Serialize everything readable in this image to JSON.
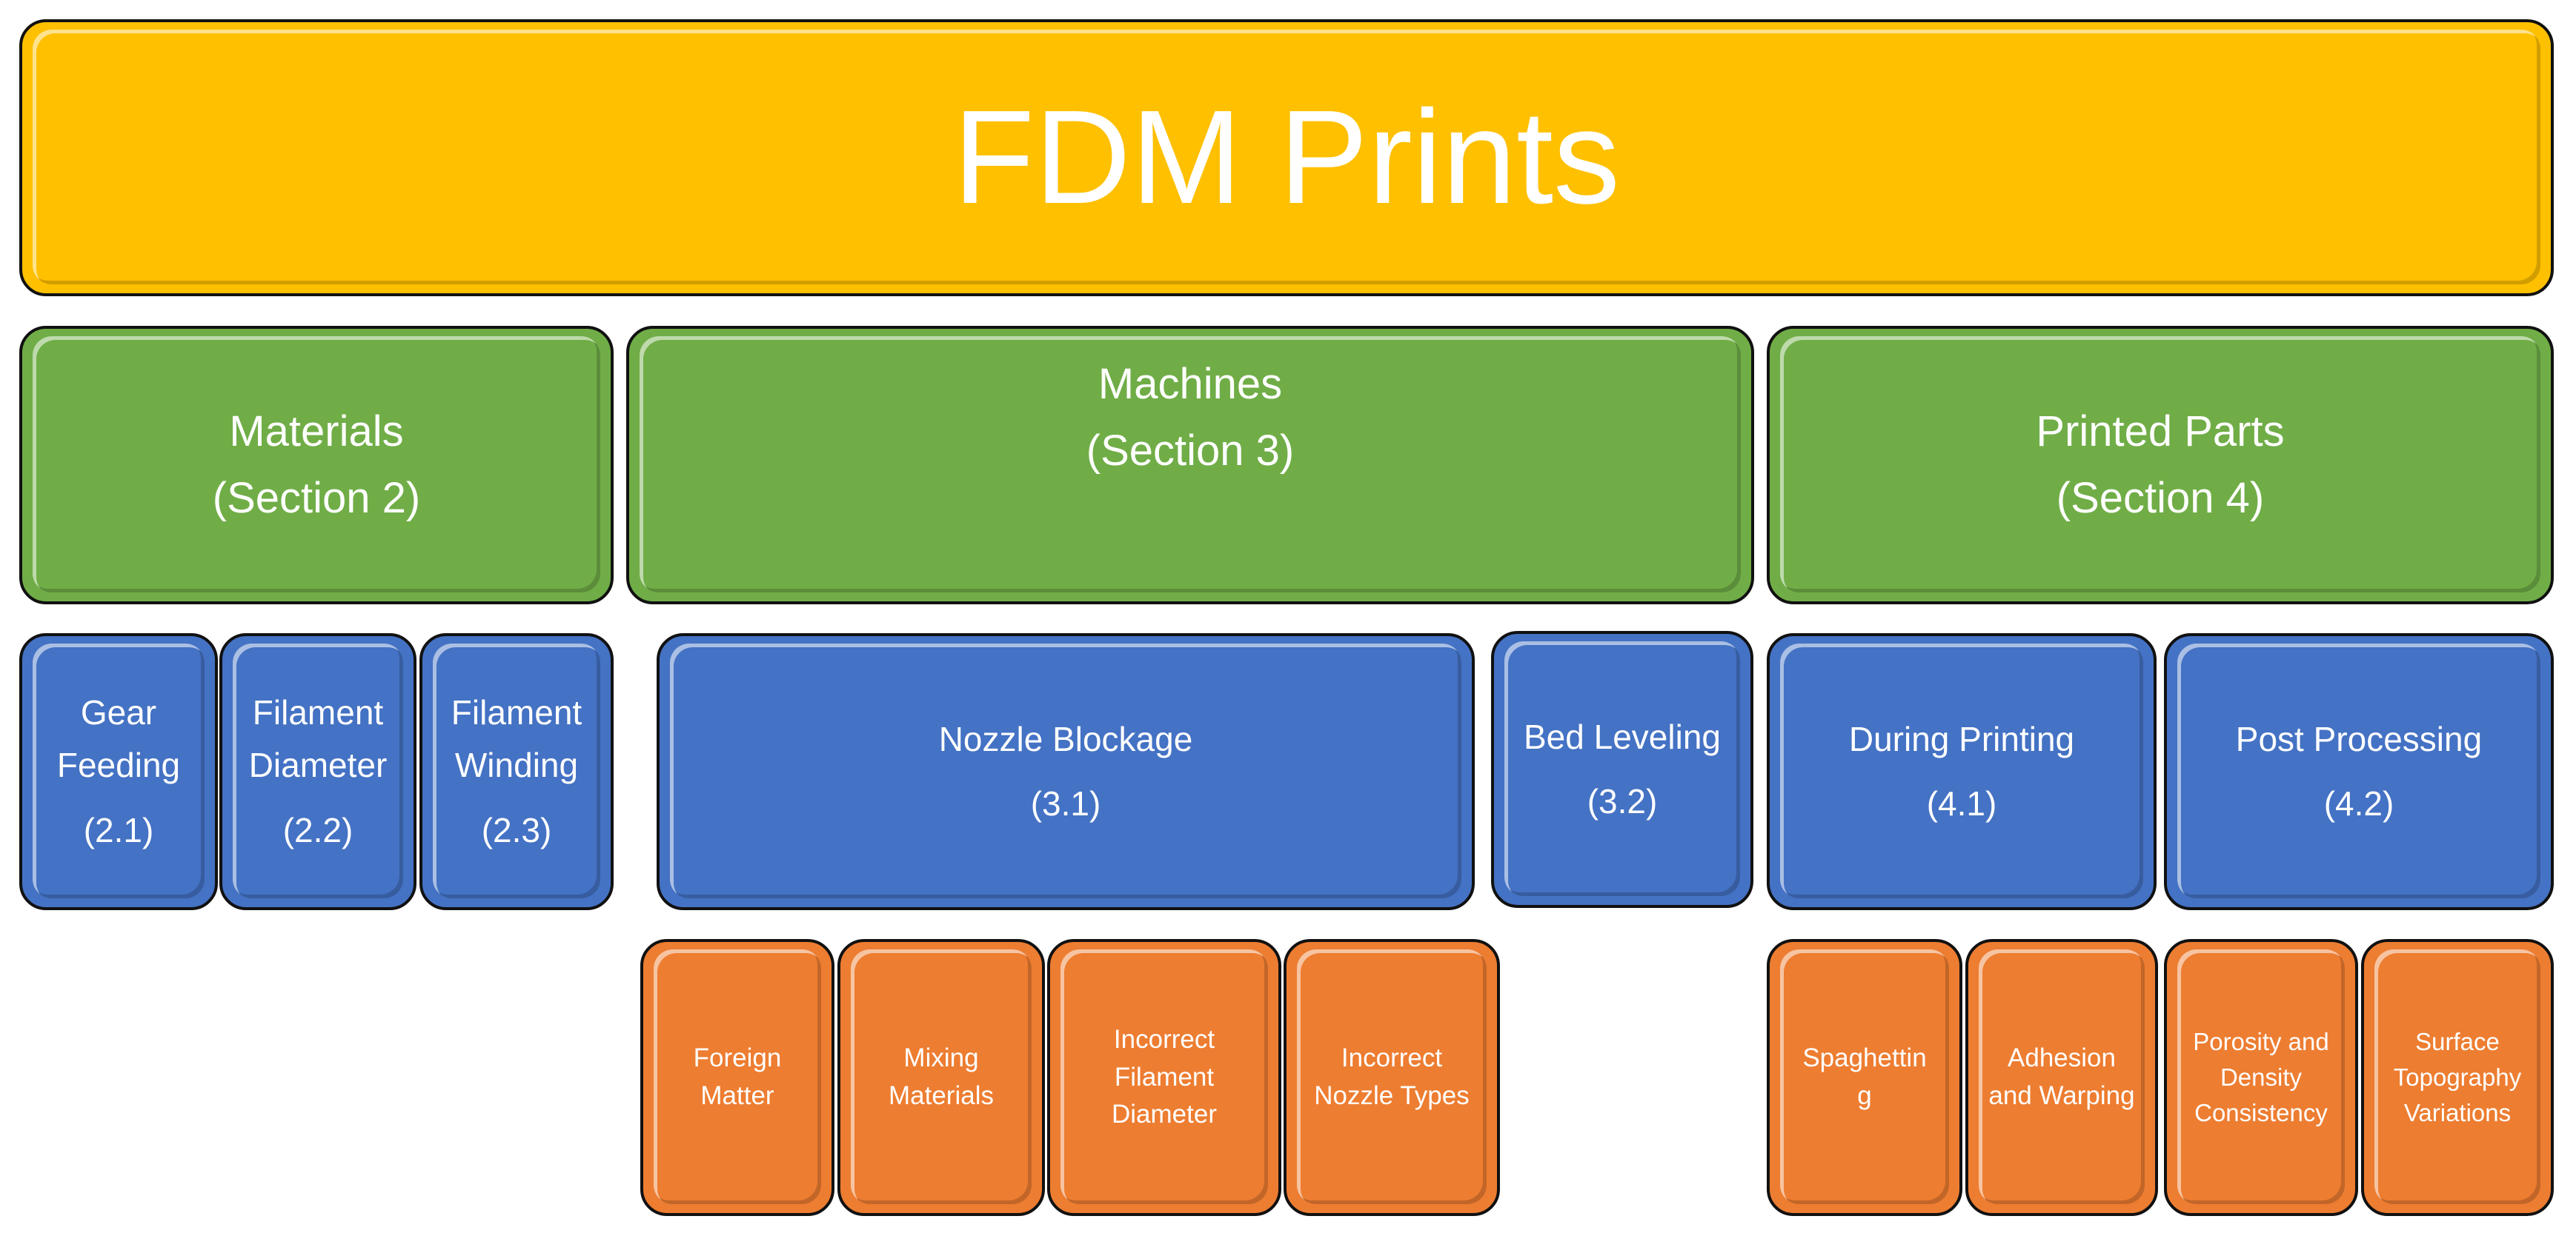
{
  "root": {
    "label": "FDM Prints"
  },
  "sections": [
    {
      "name": "Materials",
      "section": "(Section 2)"
    },
    {
      "name": "Machines",
      "section": "(Section 3)"
    },
    {
      "name": "Printed Parts",
      "section": "(Section 4)"
    }
  ],
  "materials": [
    {
      "line1": "Gear",
      "line2": "Feeding",
      "code": "(2.1)"
    },
    {
      "line1": "Filament",
      "line2": "Diameter",
      "code": "(2.2)"
    },
    {
      "line1": "Filament",
      "line2": "Winding",
      "code": "(2.3)"
    }
  ],
  "machines": [
    {
      "name": "Nozzle Blockage",
      "code": "(3.1)"
    },
    {
      "name": "Bed Leveling",
      "code": "(3.2)"
    }
  ],
  "parts": [
    {
      "name": "During Printing",
      "code": "(4.1)"
    },
    {
      "name": "Post Processing",
      "code": "(4.2)"
    }
  ],
  "nozzle_causes": [
    {
      "lines": [
        "Foreign",
        "Matter"
      ]
    },
    {
      "lines": [
        "Mixing",
        "Materials"
      ]
    },
    {
      "lines": [
        "Incorrect",
        "Filament",
        "Diameter"
      ]
    },
    {
      "lines": [
        "Incorrect",
        "Nozzle Types"
      ]
    }
  ],
  "part_defects": [
    {
      "lines": [
        "Spaghettin",
        "g"
      ]
    },
    {
      "lines": [
        "Adhesion",
        "and Warping"
      ]
    },
    {
      "lines": [
        "Porosity and",
        "Density",
        "Consistency"
      ]
    },
    {
      "lines": [
        "Surface",
        "Topography",
        "Variations"
      ]
    }
  ],
  "colors": {
    "root": "#ffc000",
    "section": "#70ad47",
    "subcategory": "#4472c4",
    "leaf": "#ed7d31",
    "border": "#111111"
  }
}
